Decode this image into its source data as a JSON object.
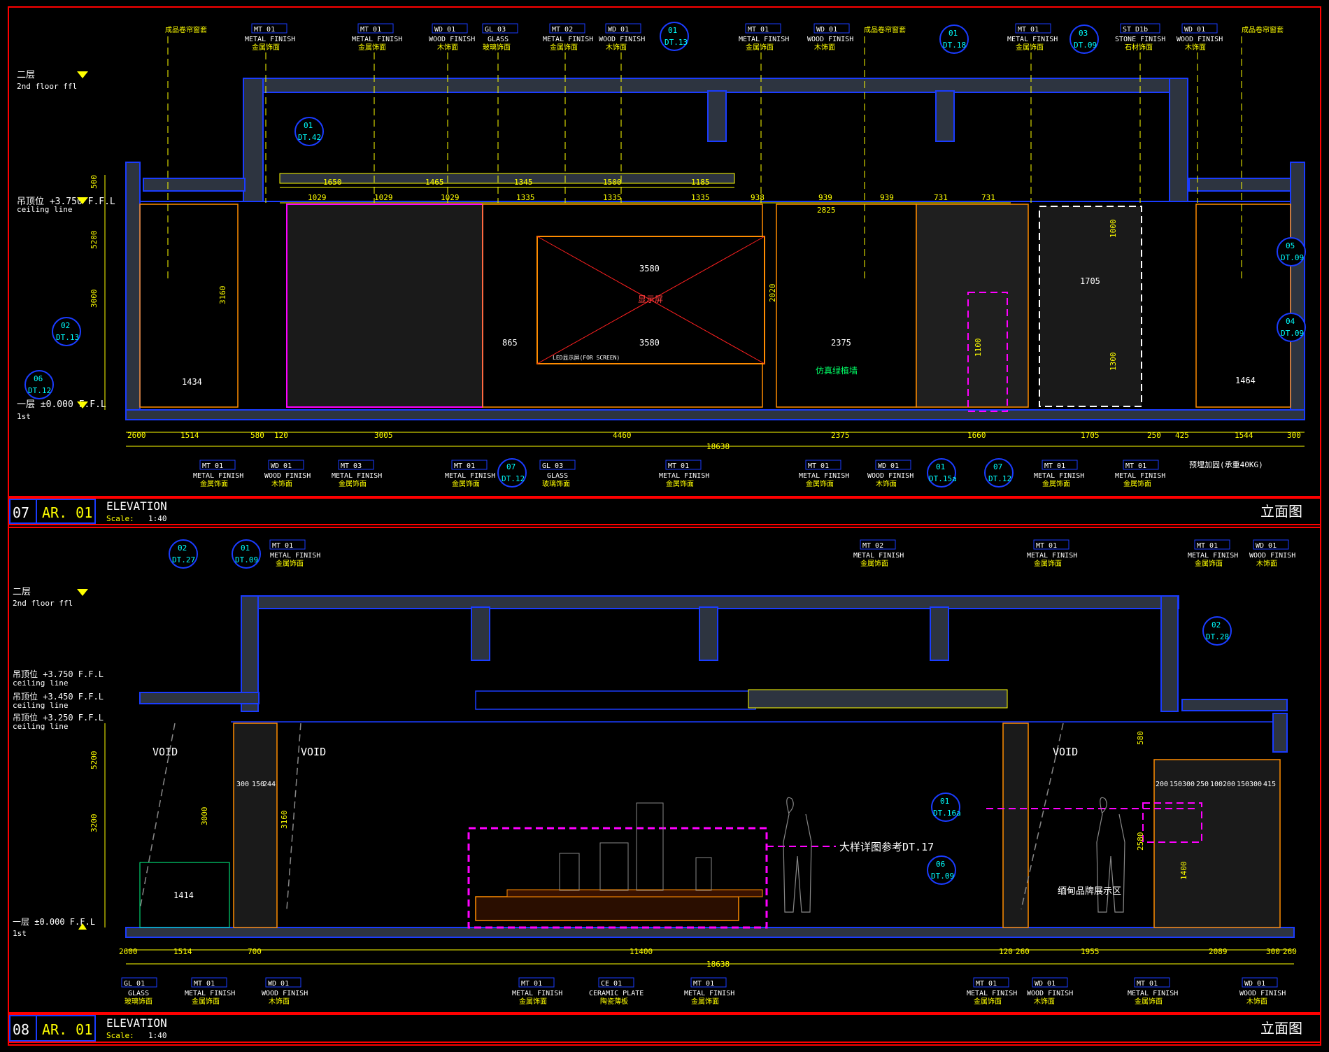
{
  "colors": {
    "background": "#000000",
    "frame": "#ff0000",
    "structure": "#1a3cff",
    "wall_fill": "#2d3440",
    "annotation": "#ffff00",
    "text": "#ffffff",
    "detail_callout": "#00ffff",
    "highlight_dash": "#ff00ff",
    "cabinet": "#ff8c00",
    "leader": "#ff2020"
  },
  "panels": [
    {
      "number": "07",
      "sheet": "AR. 01",
      "title": "ELEVATION",
      "scale_label": "Scale:",
      "scale_value": "1:40",
      "right_title": "立面图",
      "levels": [
        {
          "cn": "二层",
          "en": "2nd floor ffl"
        },
        {
          "cn": "吊顶位 +3.750 F.F.L",
          "en": "ceiling line"
        },
        {
          "cn": "一层 ±0.000 F.F.L",
          "en": "1st"
        }
      ],
      "top_tags": [
        {
          "code": "",
          "name": "成品卷帘窗套",
          "cn": ""
        },
        {
          "code": "MT 01",
          "name": "METAL FINISH",
          "cn": "金属饰面"
        },
        {
          "code": "MT 01",
          "name": "METAL FINISH",
          "cn": "金属饰面"
        },
        {
          "code": "WD 01",
          "name": "WOOD FINISH",
          "cn": "木饰面"
        },
        {
          "code": "GL 03",
          "name": "GLASS",
          "cn": "玻璃饰面"
        },
        {
          "code": "MT 02",
          "name": "METAL FINISH",
          "cn": "金属饰面"
        },
        {
          "code": "WD 01",
          "name": "WOOD FINISH",
          "cn": "木饰面"
        },
        {
          "code": "MT 01",
          "name": "METAL FINISH",
          "cn": "金属饰面"
        },
        {
          "code": "WD 01",
          "name": "WOOD FINISH",
          "cn": "木饰面"
        },
        {
          "code": "",
          "name": "成品卷帘窗套",
          "cn": ""
        },
        {
          "code": "MT 01",
          "name": "METAL FINISH",
          "cn": "金属饰面"
        },
        {
          "code": "ST D1b",
          "name": "STONE FINISH",
          "cn": "石材饰面"
        },
        {
          "code": "WD 01",
          "name": "WOOD FINISH",
          "cn": "木饰面"
        },
        {
          "code": "",
          "name": "成品卷帘窗套",
          "cn": ""
        }
      ],
      "bottom_tags": [
        {
          "code": "MT 01",
          "name": "METAL FINISH",
          "cn": "金属饰面"
        },
        {
          "code": "WD 01",
          "name": "WOOD FINISH",
          "cn": "木饰面"
        },
        {
          "code": "MT 03",
          "name": "METAL FINISH",
          "cn": "金属饰面"
        },
        {
          "code": "MT 01",
          "name": "METAL FINISH",
          "cn": "金属饰面"
        },
        {
          "code": "GL 03",
          "name": "GLASS",
          "cn": "玻璃饰面"
        },
        {
          "code": "MT 01",
          "name": "METAL FINISH",
          "cn": "金属饰面"
        },
        {
          "code": "MT 01",
          "name": "METAL FINISH",
          "cn": "金属饰面"
        },
        {
          "code": "WD 01",
          "name": "WOOD FINISH",
          "cn": "木饰面"
        },
        {
          "code": "MT 01",
          "name": "METAL FINISH",
          "cn": "金属饰面"
        },
        {
          "code": "MT 01",
          "name": "METAL FINISH",
          "cn": "金属饰面"
        }
      ],
      "callouts": [
        {
          "num": "01",
          "ref": "DT.13"
        },
        {
          "num": "01",
          "ref": "DT.18"
        },
        {
          "num": "03",
          "ref": "DT.09"
        },
        {
          "num": "01",
          "ref": "DT.42"
        },
        {
          "num": "02",
          "ref": "DT.13"
        },
        {
          "num": "06",
          "ref": "DT.12"
        },
        {
          "num": "05",
          "ref": "DT.09"
        },
        {
          "num": "04",
          "ref": "DT.09"
        },
        {
          "num": "07",
          "ref": "DT.12"
        },
        {
          "num": "01",
          "ref": "DT.15a"
        },
        {
          "num": "07",
          "ref": "DT.12"
        }
      ],
      "dims_bottom": [
        "2600",
        "1514",
        "580",
        "120",
        "3005",
        "4460",
        "2375",
        "1660",
        "1705",
        "250",
        "425",
        "1544",
        "300"
      ],
      "total_dim": "18638",
      "top_dims_row1": [
        "1650",
        "1465",
        "1345",
        "1500",
        "1185"
      ],
      "top_dims_row2": [
        "1029",
        "1029",
        "1029",
        "1335",
        "1335",
        "1335",
        "938",
        "939",
        "939",
        "731",
        "731"
      ],
      "dim_2825": "2825",
      "screen_label": "显示屏",
      "screen_dims": [
        "3580",
        "3580"
      ],
      "led_note": "LED显示屏(FOR SCREEN)",
      "plant_note": "仿真绿植墙",
      "label_2375": "2375",
      "label_865": "865",
      "label_1705": "1705",
      "left_1434": "1434",
      "right_1464": "1464",
      "height_dims": [
        "500",
        "5200",
        "3000",
        "3160",
        "2020",
        "1000",
        "1100",
        "1300"
      ],
      "weight_note": "预埋加固(承重40KG)",
      "void_labels": []
    },
    {
      "number": "08",
      "sheet": "AR. 01",
      "title": "ELEVATION",
      "scale_label": "Scale:",
      "scale_value": "1:40",
      "right_title": "立面图",
      "levels": [
        {
          "cn": "二层",
          "en": "2nd floor ffl"
        },
        {
          "cn": "吊顶位 +3.750 F.F.L",
          "en": "ceiling line"
        },
        {
          "cn": "吊顶位 +3.450 F.F.L",
          "en": "ceiling line"
        },
        {
          "cn": "吊顶位 +3.250 F.F.L",
          "en": "ceiling line"
        },
        {
          "cn": "一层 ±0.000 F.F.L",
          "en": "1st"
        }
      ],
      "top_tags": [
        {
          "code": "MT 01",
          "name": "METAL FINISH",
          "cn": "金属饰面"
        },
        {
          "code": "MT 02",
          "name": "METAL FINISH",
          "cn": "金属饰面"
        },
        {
          "code": "MT 01",
          "name": "METAL FINISH",
          "cn": "金属饰面"
        },
        {
          "code": "MT 01",
          "name": "METAL FINISH",
          "cn": "金属饰面"
        },
        {
          "code": "WD 01",
          "name": "WOOD FINISH",
          "cn": "木饰面"
        }
      ],
      "bottom_tags": [
        {
          "code": "GL 01",
          "name": "GLASS",
          "cn": "玻璃饰面"
        },
        {
          "code": "MT 01",
          "name": "METAL FINISH",
          "cn": "金属饰面"
        },
        {
          "code": "WD 01",
          "name": "WOOD FINISH",
          "cn": "木饰面"
        },
        {
          "code": "MT 01",
          "name": "METAL FINISH",
          "cn": "金属饰面"
        },
        {
          "code": "CE 01",
          "name": "CERAMIC PLATE",
          "cn": "陶瓷薄板"
        },
        {
          "code": "MT 01",
          "name": "METAL FINISH",
          "cn": "金属饰面"
        },
        {
          "code": "MT 01",
          "name": "METAL FINISH",
          "cn": "金属饰面"
        },
        {
          "code": "WD 01",
          "name": "WOOD FINISH",
          "cn": "木饰面"
        },
        {
          "code": "MT 01",
          "name": "METAL FINISH",
          "cn": "金属饰面"
        },
        {
          "code": "WD 01",
          "name": "WOOD FINISH",
          "cn": "木饰面"
        }
      ],
      "callouts": [
        {
          "num": "02",
          "ref": "DT.27"
        },
        {
          "num": "01",
          "ref": "DT.09"
        },
        {
          "num": "02",
          "ref": "DT.28"
        },
        {
          "num": "01",
          "ref": "DT.16a"
        },
        {
          "num": "06",
          "ref": "DT.09"
        }
      ],
      "dims_bottom": [
        "2600",
        "1514",
        "700",
        "11400",
        "120",
        "260",
        "1955",
        "2089",
        "300",
        "260"
      ],
      "total_dim": "18638",
      "void_labels": [
        "VOID",
        "VOID",
        "VOID"
      ],
      "model_note": "大样详图参考DT.17",
      "display_note": "缅甸品牌展示区",
      "height_dims": [
        "5200",
        "3200",
        "3000",
        "3160",
        "580",
        "2580",
        "1400"
      ],
      "left_1414": "1414",
      "dims_top_row": [
        "300",
        "150",
        "244"
      ],
      "right_dims_row": [
        "200",
        "150",
        "300",
        "250",
        "100",
        "200",
        "150",
        "300",
        "415"
      ]
    }
  ]
}
